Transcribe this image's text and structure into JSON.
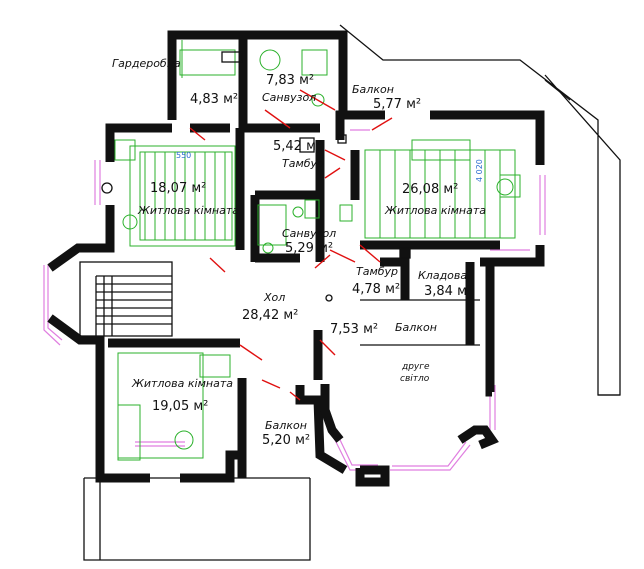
{
  "labels": {
    "garderobna": "Гардеробна",
    "garderobna_area": "4,83 м²",
    "sanvuzol_top_area": "7,83 м²",
    "sanvuzol_top_name": "Санвузол",
    "balkon_top_name": "Балкон",
    "balkon_top_area": "5,77 м²",
    "tambur_top_area": "5,42 м²",
    "tambur_top_name": "Тамбур",
    "room_left_area": "18,07 м²",
    "room_left_name": "Житлова кімната",
    "room_right_area": "26,08 м²",
    "room_right_name": "Житлова кімната",
    "sanvuzol_mid_name": "Санвузол",
    "sanvuzol_mid_area": "5,29 м²",
    "tambur_mid_name": "Тамбур",
    "tambur_mid_area": "4,78 м²",
    "kladova_name": "Кладова",
    "kladova_area": "3,84 м²",
    "hol_name": "Хол",
    "hol_area": "28,42 м²",
    "balkon_mid_area": "7,53 м²",
    "balkon_mid_name": "Балкон",
    "druhe_svitlo_1": "друге",
    "druhe_svitlo_2": "світло",
    "room_bottom_name": "Житлова кімната",
    "room_bottom_area": "19,05 м²",
    "balkon_bottom_name": "Балкон",
    "balkon_bottom_area": "5,20 м²",
    "dim_550": "550",
    "dim_4020": "4 020"
  },
  "colors": {
    "walls": "#111111",
    "furniture": "#2bb12b",
    "glazing": "#e07ee0",
    "leaders": "#e01010"
  }
}
